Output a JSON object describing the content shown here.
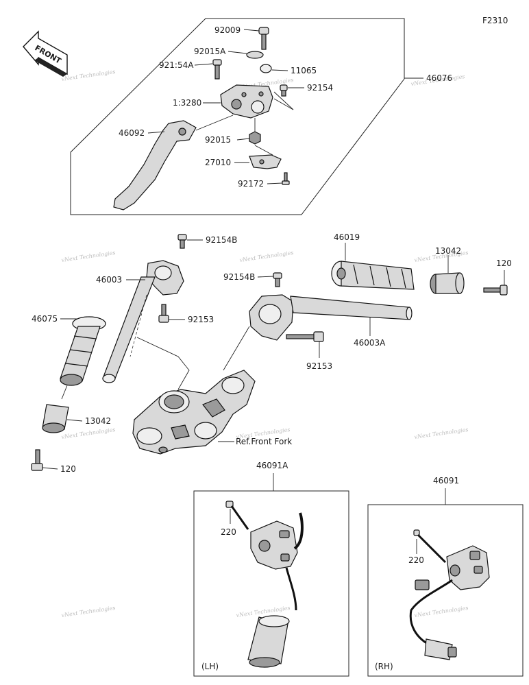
{
  "figure_code": "F2310",
  "front_label": "FRONT",
  "watermark": "vNext Technologies",
  "labels": {
    "p92009": "92009",
    "p92015A": "92015A",
    "p92154A": "921:54A",
    "p11065": "11065",
    "p46076": "46076",
    "p92154_top": "92154",
    "p13280": "1:3280",
    "p46092": "46092",
    "p92015": "92015",
    "p27010": "27010",
    "p92172": "92172",
    "p92154B_left": "92154B",
    "p46003": "46003",
    "p92153_left": "92153",
    "p46019": "46019",
    "p13042_right": "13042",
    "p120_right": "120",
    "p92154B_right": "92154B",
    "p46003A": "46003A",
    "p92153_right": "92153",
    "p46075": "46075",
    "p13042_left": "13042",
    "p120_left": "120",
    "ref_front_fork": "Ref.Front Fork",
    "p46091A": "46091A",
    "p220_lh": "220",
    "lh": "(LH)",
    "p46091": "46091",
    "p220_rh": "220",
    "rh": "(RH)"
  }
}
